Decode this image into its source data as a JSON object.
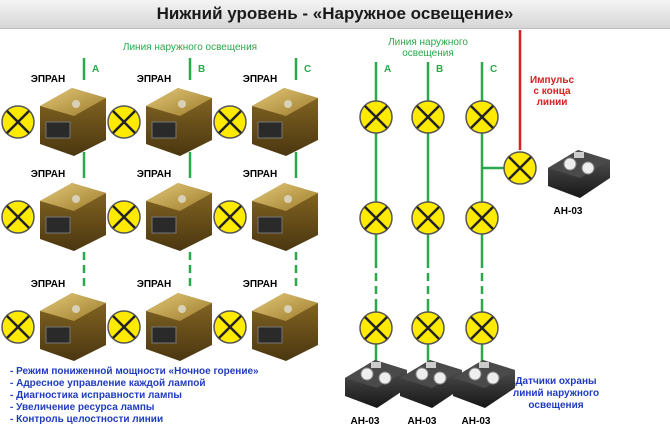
{
  "title": "Нижний уровень - «Наружное освещение»",
  "left_panel": {
    "line_title": "Линия наружного освещения",
    "phases": [
      "A",
      "B",
      "C"
    ],
    "device_label": "ЭПРАН"
  },
  "right_panel": {
    "line_title_1": "Линия наружного",
    "line_title_2": "освещения",
    "phases": [
      "A",
      "B",
      "C"
    ],
    "impulse_1": "Импульс",
    "impulse_2": "с конца",
    "impulse_3": "линии",
    "sensor_label": "АН-03",
    "sensors_caption_1": "Датчики охраны",
    "sensors_caption_2": "линий наружного",
    "sensors_caption_3": "освещения"
  },
  "features": [
    "- Режим пониженной мощности «Ночное горение»",
    "- Адресное управление каждой лампой",
    "- Диагностика исправности лампы",
    "- Увеличение ресурса лампы",
    "- Контроль целостности линии"
  ],
  "colors": {
    "line_green": "#2aa84a",
    "impulse_red": "#d42020",
    "lamp_yellow": "#ffea00",
    "features_blue": "#1f3cc0"
  }
}
